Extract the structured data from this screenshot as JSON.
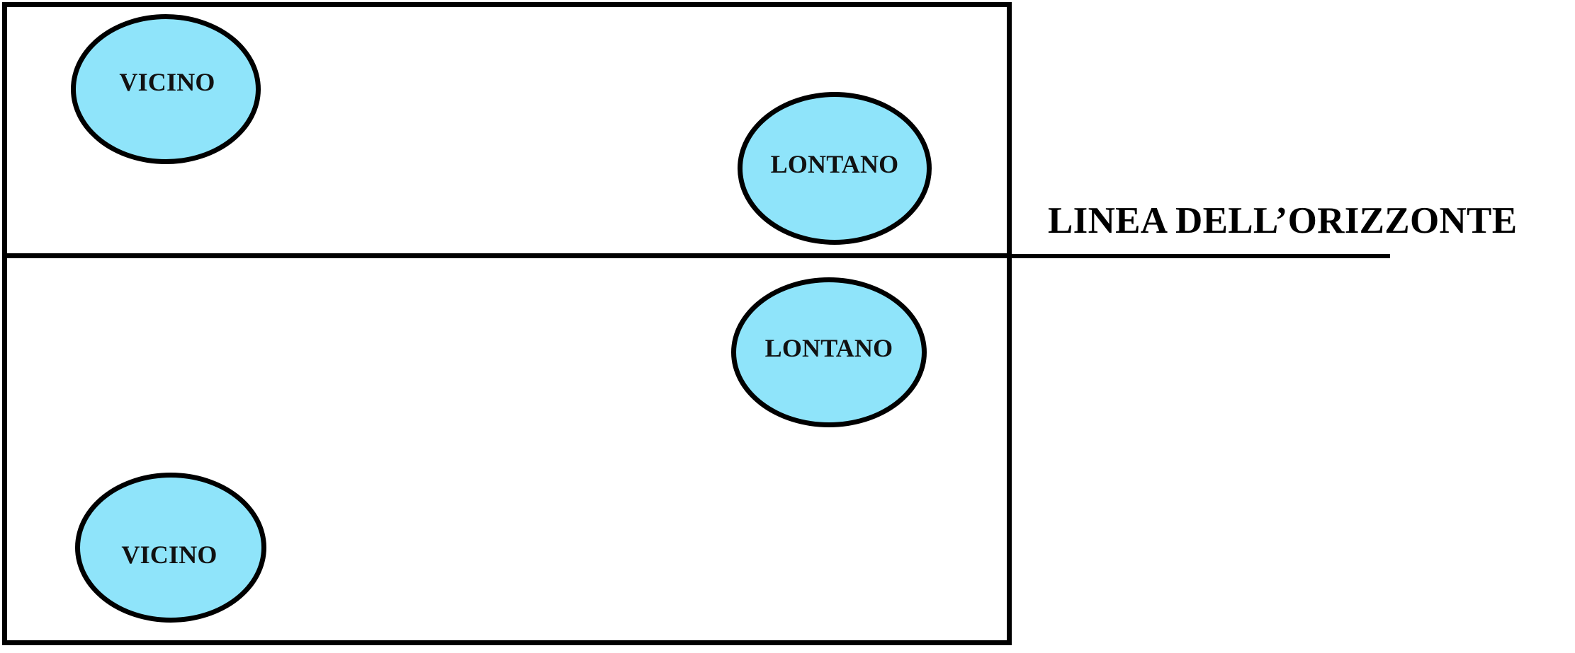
{
  "diagram": {
    "title_label": "LINEA DELL’ORIZZONTE",
    "colors": {
      "shape_fill": "#8FE4FA",
      "stroke": "#000000",
      "background": "#FFFFFF",
      "text": "#111111"
    },
    "frame": {
      "name": "perspective-frame",
      "divider_name": "horizon-divider"
    },
    "shapes": [
      {
        "id": "vicino-top",
        "label": "VICINO",
        "zone": "upper",
        "position": "left"
      },
      {
        "id": "lontano-top",
        "label": "LONTANO",
        "zone": "upper",
        "position": "right"
      },
      {
        "id": "lontano-bottom",
        "label": "LONTANO",
        "zone": "lower",
        "position": "right"
      },
      {
        "id": "vicino-bottom",
        "label": "VICINO",
        "zone": "lower",
        "position": "left"
      }
    ]
  }
}
